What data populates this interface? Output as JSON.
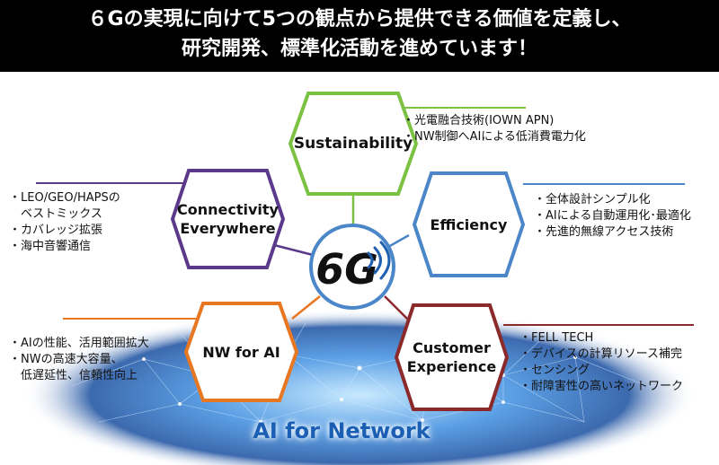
{
  "header": {
    "line1": "６Gの実現に向けて5つの観点から提供できる価値を定義し、",
    "line2": "研究開発、標準化活動を進めています！"
  },
  "center": {
    "logo_text": "6G"
  },
  "hexes": [
    {
      "id": "sustainability",
      "label_lines": [
        "Sustainability"
      ],
      "color": "#7cc242",
      "bullets": [
        "・光電融合技術(IOWN APN)",
        "・NW制御へAIによる低消費電力化"
      ]
    },
    {
      "id": "connectivity",
      "label_lines": [
        "Connectivity",
        "Everywhere"
      ],
      "color": "#5b3a8c",
      "bullets": [
        "・LEO/GEO/HAPSの",
        "　ベストミックス",
        "・カバレッジ拡張",
        "・海中音響通信"
      ]
    },
    {
      "id": "efficiency",
      "label_lines": [
        "Efficiency"
      ],
      "color": "#4a86c8",
      "bullets": [
        "・全体設計シンプル化",
        "・AIによる自動運用化･最適化",
        "・先進的無線アクセス技術"
      ]
    },
    {
      "id": "nwforai",
      "label_lines": [
        "NW for AI"
      ],
      "color": "#e87722",
      "bullets": [
        "・AIの性能、活用範囲拡大",
        "・NWの高速大容量、",
        "　低遅延性、信頼性向上"
      ]
    },
    {
      "id": "customer",
      "label_lines": [
        "Customer",
        "Experience"
      ],
      "color": "#8b2a2a",
      "bullets": [
        "・FELL TECH",
        "・デバイスの計算リソース補完",
        "・センシング",
        "・耐障害性の高いネットワーク"
      ]
    }
  ],
  "footer": {
    "label": "AI for Network"
  }
}
